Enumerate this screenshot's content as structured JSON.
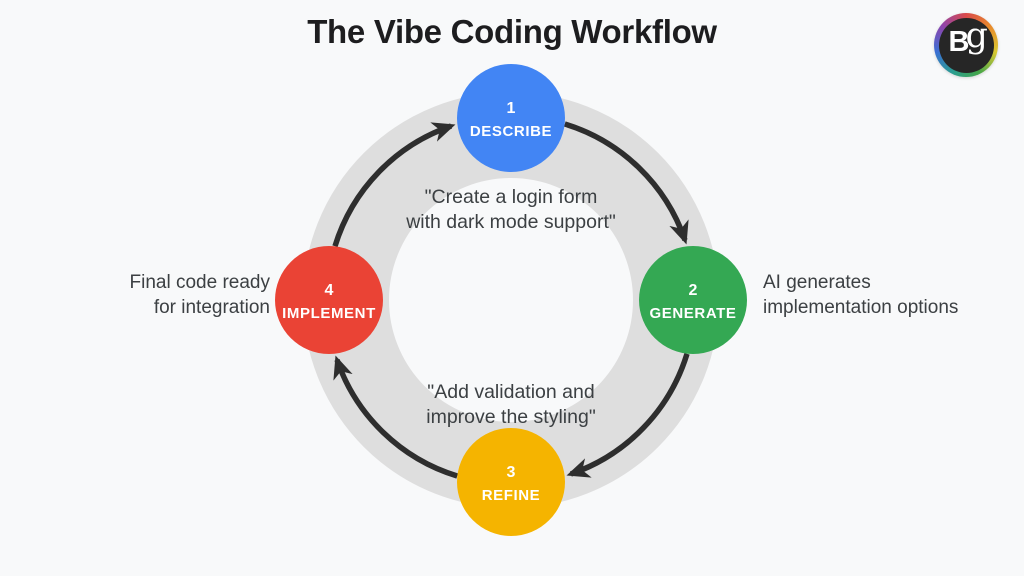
{
  "title": "The Vibe Coding Workflow",
  "background": "#F8F9FA",
  "ring_color": "#DEDEDE",
  "arrow_color": "#2E2E2E",
  "nodes": [
    {
      "number": "1",
      "label": "DESCRIBE",
      "color": "#4285F4"
    },
    {
      "number": "2",
      "label": "GENERATE",
      "color": "#34A853"
    },
    {
      "number": "3",
      "label": "REFINE",
      "color": "#F5B400"
    },
    {
      "number": "4",
      "label": "IMPLEMENT",
      "color": "#EA4335"
    }
  ],
  "annotations": {
    "top_quote": {
      "line1": "\"Create a login form",
      "line2": "with dark mode support\""
    },
    "bottom_quote": {
      "line1": "\"Add validation and",
      "line2": "improve the styling\""
    },
    "right_note": {
      "line1": "AI generates",
      "line2": "implementation options"
    },
    "left_note": {
      "line1": "Final code ready",
      "line2": "for integration"
    }
  },
  "logo": {
    "letter_b": "B",
    "letter_g": "g"
  }
}
